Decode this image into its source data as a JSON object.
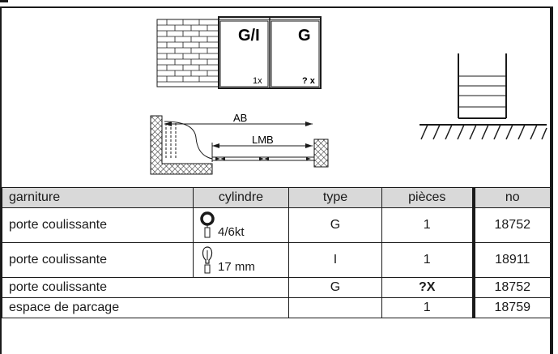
{
  "diagram": {
    "panel_left_label": "G/I",
    "panel_right_label": "G",
    "panel_left_count": "1x",
    "panel_right_count": "? x",
    "dim_ab": "AB",
    "dim_lmb": "LMB"
  },
  "table": {
    "headers": [
      "garniture",
      "cylindre",
      "type",
      "pièces",
      "no"
    ],
    "rows": [
      {
        "garniture": "porte coulissante",
        "cylindre_icon": "padlock-icon",
        "cylindre": "4/6kt",
        "type": "G",
        "pieces": "1",
        "no": "18752"
      },
      {
        "garniture": "porte coulissante",
        "cylindre_icon": "key-icon",
        "cylindre": "17 mm",
        "type": "I",
        "pieces": "1",
        "no": "18911"
      },
      {
        "garniture": "porte coulissante",
        "type": "G",
        "pieces": "?X",
        "no": "18752"
      },
      {
        "garniture": "espace de parcage",
        "type": "",
        "pieces": "1",
        "no": "18759"
      }
    ]
  }
}
